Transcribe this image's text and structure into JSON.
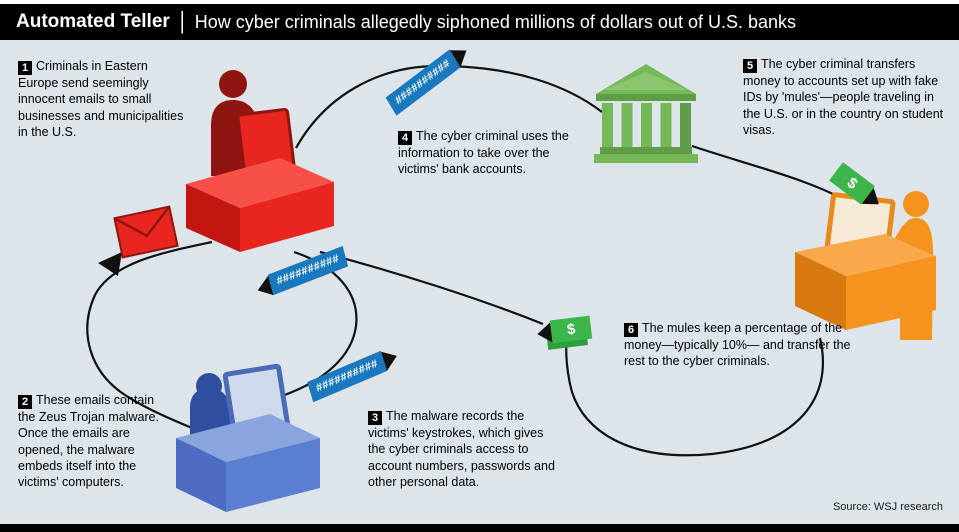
{
  "header": {
    "title": "Automated Teller",
    "divider": "|",
    "subtitle": "How cyber criminals allegedly siphoned millions of dollars out of U.S. banks"
  },
  "steps": [
    {
      "num": "1",
      "text": "Criminals in Eastern Europe send seemingly innocent emails to small businesses and municipalities in the U.S."
    },
    {
      "num": "2",
      "text": "These emails contain the Zeus Trojan malware. Once the emails are opened, the malware embeds itself into the victims' computers."
    },
    {
      "num": "3",
      "text": "The malware records the victims' keystrokes, which gives the cyber criminals access to account numbers, passwords and other personal data."
    },
    {
      "num": "4",
      "text": "The cyber criminal uses the information to take over the victims' bank accounts."
    },
    {
      "num": "5",
      "text": "The cyber criminal transfers money to accounts set up with fake IDs by 'mules'—people traveling in the U.S. or in the country on student visas."
    },
    {
      "num": "6",
      "text": "The mules keep a percentage of the money—typically 10%— and transfer the rest to the cyber criminals."
    }
  ],
  "badges": {
    "stolen_data": "##########",
    "money": "$"
  },
  "source": "Source: WSJ research",
  "colors": {
    "background": "#dde5eb",
    "criminal_red": "#e8251f",
    "victim_blue": "#5b7fd0",
    "mule_orange": "#f6921e",
    "bank_green": "#74b857",
    "data_badge_blue": "#1a79be",
    "money_badge_green": "#3cb54a"
  }
}
